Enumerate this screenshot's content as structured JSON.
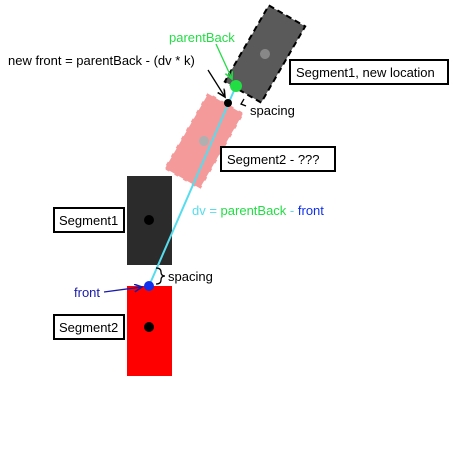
{
  "labels": {
    "parent_back": "parentBack",
    "new_front": "new front = parentBack - (dv * k)",
    "segment1_new": "Segment1, new location",
    "spacing_top": "spacing",
    "segment2_unknown": "Segment2 - ???",
    "dv_prefix": "dv = ",
    "dv_parent": "parentBack",
    "dv_minus": " - ",
    "dv_front": "front",
    "segment1": "Segment1",
    "spacing_bottom": "spacing",
    "front": "front",
    "segment2": "Segment2"
  },
  "colors": {
    "segment1_new_fill": "#5a5a5a",
    "segment2_unknown_fill": "#f59a9a",
    "segment1_fill": "#2b2b2b",
    "segment2_fill": "#ff0000",
    "parent_back": "#22dd44",
    "dv_line": "#55ddee",
    "front": "#1030ee",
    "front_label": "#1a1aaa"
  }
}
